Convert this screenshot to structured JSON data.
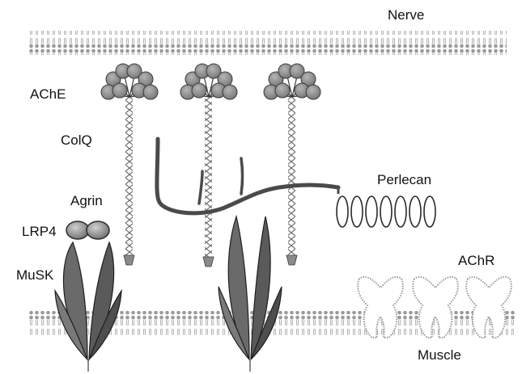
{
  "labels": {
    "nerve": "Nerve",
    "ache": "AChE",
    "colq": "ColQ",
    "agrin": "Agrin",
    "lrp4": "LRP4",
    "musk": "MuSK",
    "perlecan": "Perlecan",
    "achr": "AChR",
    "muscle": "Muscle"
  },
  "colors": {
    "membrane": "#9a9a9a",
    "globule_fill": "#8e8e8e",
    "globule_stroke": "#3a3a3a",
    "colq_helix": "#6a6a6a",
    "musk_fill": "#5a5a5a",
    "perlecan_core": "#4a4a4a",
    "achr_stroke": "#9a9a9a",
    "text": "#111111"
  }
}
